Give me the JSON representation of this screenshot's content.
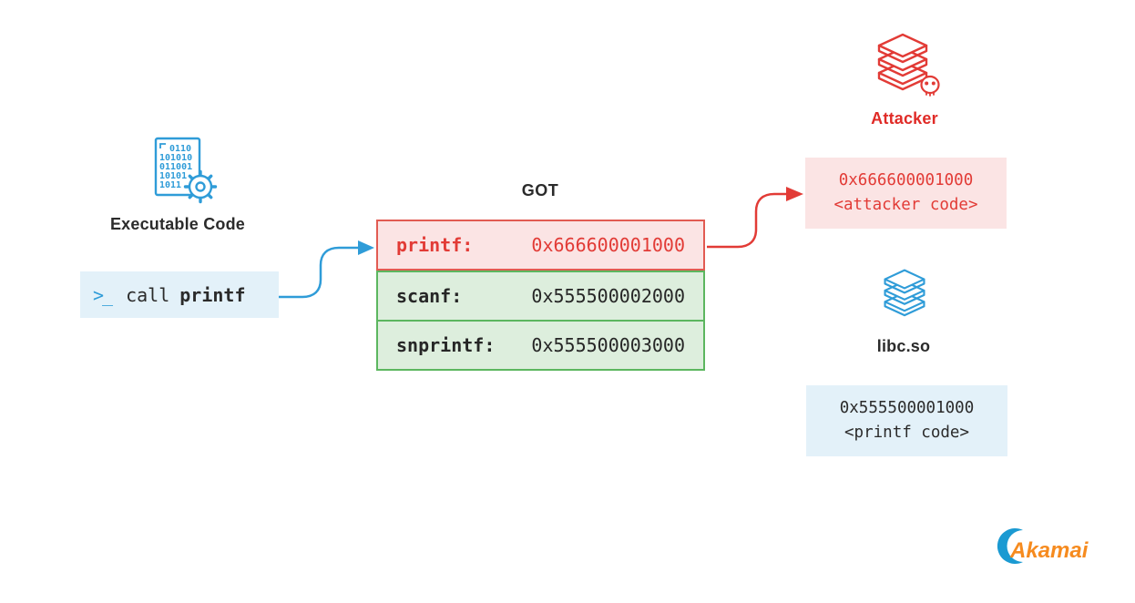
{
  "colors": {
    "blue_accent": "#2f9cd8",
    "light_blue_bg": "#e3f1f9",
    "red_accent": "#e23b36",
    "pink_bg": "#fbe4e4",
    "red_border": "#e25b52",
    "green_bg": "#ddeedd",
    "green_border": "#5cb65f",
    "text_dark": "#2b2b2b",
    "logo_orange": "#f68b1f",
    "logo_blue": "#1b9ad2"
  },
  "executable": {
    "label": "Executable Code",
    "icon": "binary-code-gear-icon",
    "binary_lines": [
      "0110",
      "101010",
      "011001",
      "10101",
      "1011"
    ],
    "call_instruction": {
      "prompt": ">_",
      "keyword": "call",
      "target": "printf"
    }
  },
  "got": {
    "title": "GOT",
    "rows": [
      {
        "name": "printf:",
        "value": "0x666600001000",
        "state": "hijacked"
      },
      {
        "name": "scanf:",
        "value": "0x555500002000",
        "state": "valid"
      },
      {
        "name": "snprintf:",
        "value": "0x555500003000",
        "state": "valid"
      }
    ]
  },
  "attacker": {
    "label": "Attacker",
    "icon": "attacker-books-skull-icon",
    "address": "0x666600001000",
    "code_label": "<attacker code>"
  },
  "libc": {
    "label": "libc.so",
    "icon": "library-books-icon",
    "address": "0x555500001000",
    "code_label": "<printf code>"
  },
  "branding": {
    "logo_text": "Akamai"
  }
}
